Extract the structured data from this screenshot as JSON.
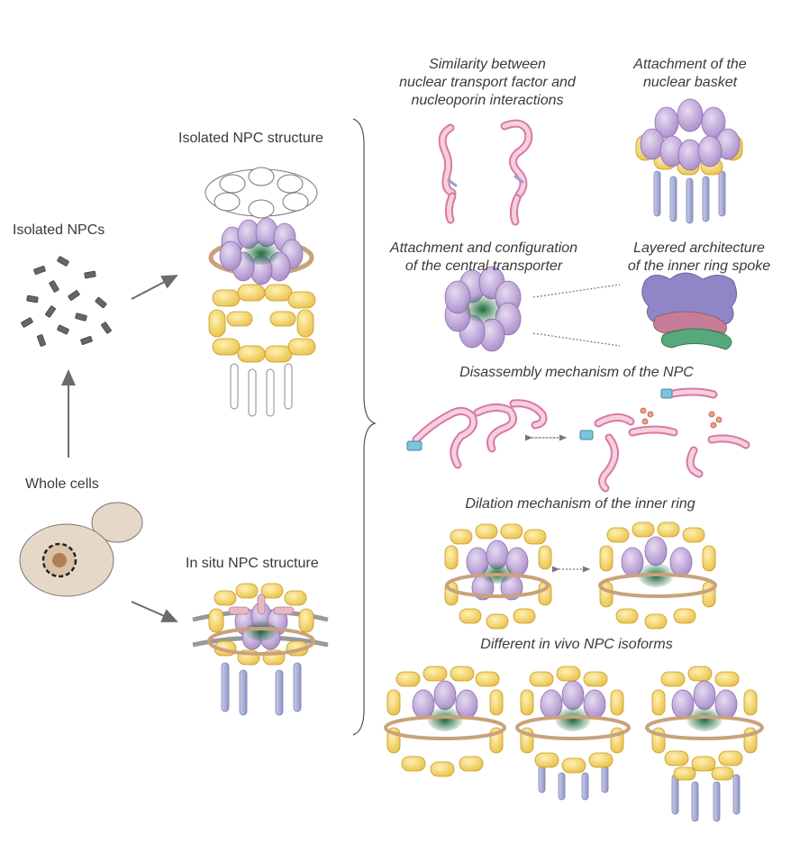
{
  "labels": {
    "isolated_npcs": "Isolated NPCs",
    "whole_cells": "Whole cells",
    "isolated_structure": "Isolated NPC structure",
    "in_situ_structure": "In situ NPC structure"
  },
  "findings": {
    "similarity": [
      "Similarity between",
      "nuclear transport factor and",
      "nucleoporin interactions"
    ],
    "basket": [
      "Attachment of the",
      "nuclear basket"
    ],
    "central": [
      "Attachment and configuration",
      "of the central transporter"
    ],
    "layered": [
      "Layered architecture",
      "of the inner ring spoke"
    ],
    "disassembly": "Disassembly mechanism of the NPC",
    "dilation": "Dilation mechanism of the inner ring",
    "isoforms": "Different in vivo NPC isoforms"
  },
  "colors": {
    "purple": "#b79fd1",
    "yellow": "#f3d36a",
    "green": "#2f7d4d",
    "tan": "#c9a27a",
    "pink": "#f2b8cf",
    "blue_gray": "#a9afd6",
    "cell": "#e5d8c8",
    "arrow": "#6b6b6b"
  },
  "icons": [
    "arrow-right-icon",
    "arrow-up-icon",
    "brace-icon",
    "double-arrow-icon"
  ]
}
